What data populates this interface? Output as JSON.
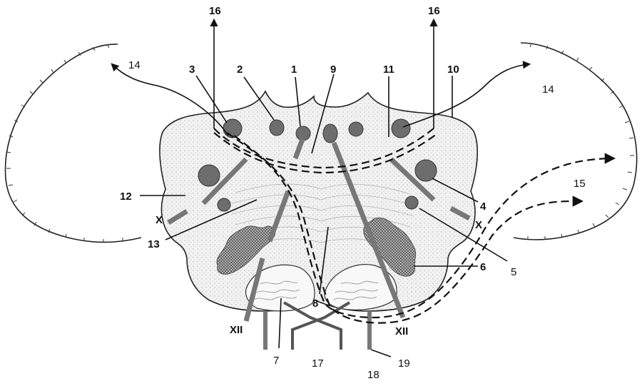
{
  "labels": {
    "n1": "1",
    "n2": "2",
    "n3": "3",
    "n4": "4",
    "n5": "5",
    "n6": "6",
    "n7": "7",
    "n8": "8",
    "n9": "9",
    "n10": "10",
    "n11": "11",
    "n12": "12",
    "n13": "13",
    "n14_left": "14",
    "n14_right": "14",
    "n15": "15",
    "n16_left": "16",
    "n16_right": "16",
    "n17": "17",
    "n18": "18",
    "n19": "19",
    "x_left": "X",
    "x_right": "X",
    "xii_left": "XII",
    "xii_right": "XII"
  },
  "colors": {
    "outline": "#222222",
    "tissue": "#ededed",
    "nerve": "#777777",
    "nucleus": "#6d6d6d",
    "paths": "#111111"
  }
}
